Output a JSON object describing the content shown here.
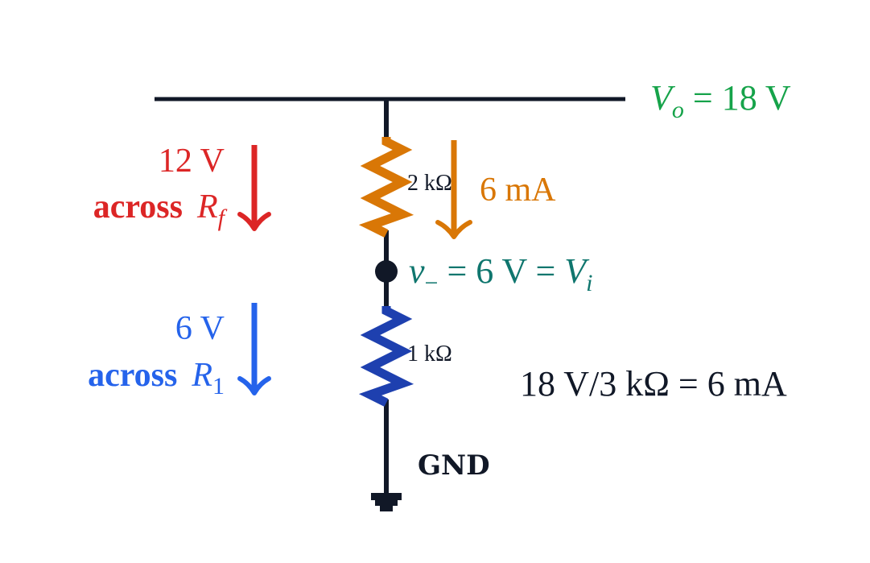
{
  "colors": {
    "wire": "#111827",
    "feedback": "#d97706",
    "input": "#1e40af",
    "output_label": "#16a34a",
    "node_label": "#0f766e",
    "voltage_rf": "#dc2626",
    "voltage_r1": "#2563eb",
    "current": "#d97706"
  },
  "output": {
    "symbol": "V",
    "subscript": "o",
    "equals": " = 18 V"
  },
  "rf": {
    "value_label": "2 kΩ"
  },
  "r1": {
    "value_label": "1 kΩ"
  },
  "current": {
    "label": "6 mA"
  },
  "node": {
    "lhs_symbol": "v",
    "lhs_subscript": "−",
    "middle": " = 6 V = ",
    "rhs_symbol": "V",
    "rhs_subscript": "i"
  },
  "voltage_rf": {
    "value": "12 V",
    "word": "across",
    "symbol": "R",
    "subscript": "f"
  },
  "voltage_r1": {
    "value": "6 V",
    "word": "across",
    "symbol": "R",
    "subscript": "1"
  },
  "calculation": {
    "text": "18 V/3 kΩ = 6 mA"
  },
  "ground": {
    "label": "GND"
  }
}
